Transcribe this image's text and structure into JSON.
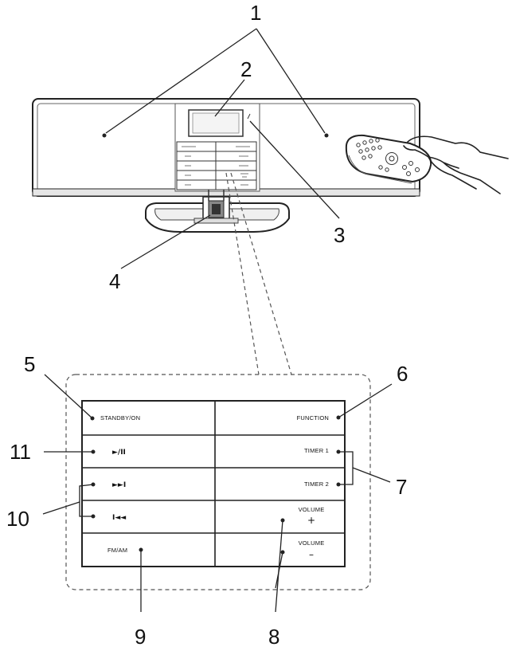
{
  "callouts": {
    "c1": "1",
    "c2": "2",
    "c3": "3",
    "c4": "4",
    "c5": "5",
    "c6": "6",
    "c7": "7",
    "c8": "8",
    "c9": "9",
    "c10": "10",
    "c11": "11"
  },
  "panel": {
    "standby_on": "STANDBY/ON",
    "function": "FUNCTION",
    "play_pause": "►/II",
    "timer1": "TIMER 1",
    "next": "►►I",
    "timer2": "TIMER 2",
    "prev": "I◄◄",
    "volume_up_label": "VOLUME",
    "volume_up_sign": "+",
    "fm_am": "FM/AM",
    "volume_down_label": "VOLUME",
    "volume_down_sign": "–"
  }
}
